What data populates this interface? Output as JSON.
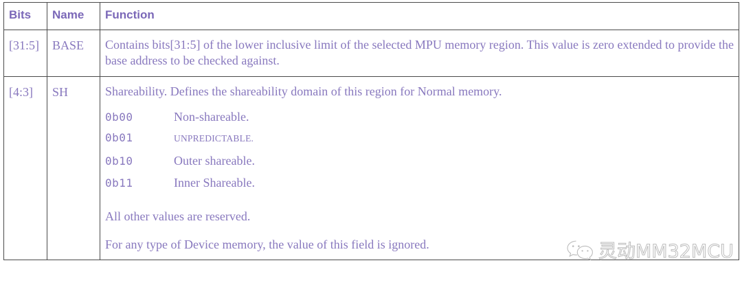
{
  "table": {
    "headers": [
      "Bits",
      "Name",
      "Function"
    ],
    "rows": [
      {
        "bits": "[31:5]",
        "name": "BASE",
        "function_paragraphs": [
          "Contains bits[31:5] of the lower inclusive limit of the selected MPU memory region. This value is zero extended to provide the base address to be checked against."
        ],
        "values": [],
        "trailing_paragraphs": []
      },
      {
        "bits": "[4:3]",
        "name": "SH",
        "function_paragraphs": [
          "Shareability. Defines the shareability domain of this region for Normal memory."
        ],
        "values": [
          {
            "code": "0b00",
            "desc": "Non-shareable.",
            "style": "normal"
          },
          {
            "code": "0b01",
            "desc": "UNPREDICTABLE.",
            "style": "smallcaps"
          },
          {
            "code": "0b10",
            "desc": "Outer shareable.",
            "style": "normal"
          },
          {
            "code": "0b11",
            "desc": "Inner Shareable.",
            "style": "normal"
          }
        ],
        "trailing_paragraphs": [
          "All other values are reserved.",
          "For any type of Device memory, the value of this field is ignored."
        ]
      }
    ]
  },
  "watermark": {
    "icon": "wechat-icon",
    "text": "灵动MM32MCU"
  },
  "colors": {
    "header_text": "#7B68B8",
    "body_text": "#8878BE",
    "border": "#4a4a4a",
    "background": "#ffffff",
    "watermark_stroke": "#b9b9b9"
  }
}
